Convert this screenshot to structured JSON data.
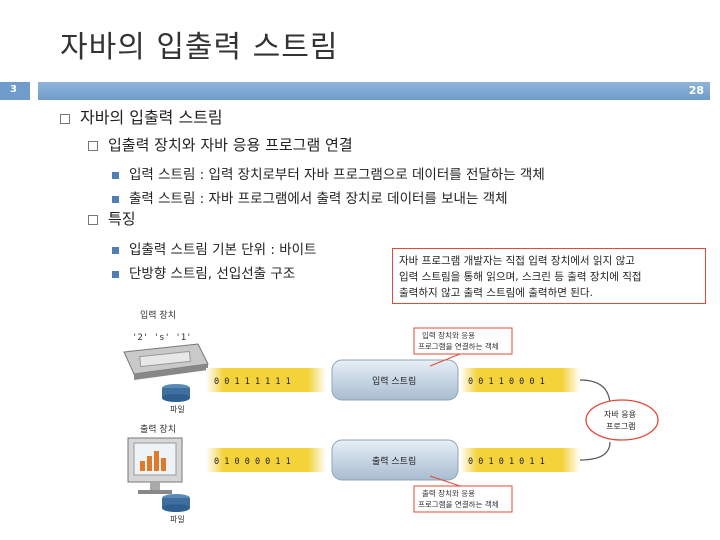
{
  "slide": {
    "title": "자바의 입출력 스트림",
    "page_left": "3",
    "page_right": "28"
  },
  "content": {
    "l1": "자바의 입출력 스트림",
    "l2a": "입출력 장치와 자바 응용 프로그램 연결",
    "l3a": "입력 스트림 : 입력 장치로부터 자바 프로그램으로 데이터를 전달하는 객체",
    "l3b": "출력 스트림 : 자바 프로그램에서 출력 장치로 데이터를 보내는 객체",
    "l2b": "특징",
    "l3c": "입출력 스트림 기본 단위 : 바이트",
    "l3d": "단방향 스트림, 선입선출 구조"
  },
  "callout": {
    "line1": "자바 프로그램 개발자는 직접 입력 장치에서 읽지 않고",
    "line2": "입력 스트림을 통해 읽으며, 스크린 등 출력 장치에 직접",
    "line3": "출력하지 않고 출력 스트림에 출력하면 된다."
  },
  "diagram": {
    "input_device_label": "입력 장치",
    "input_chars": "'2' 's' '1'",
    "input_file_label": "파일",
    "input_bits_left": "0 0 1 1 1 1 1 1",
    "input_stream_label": "입력 스트림",
    "input_bits_right": "0 0 1 1 0 0 0 1",
    "input_connector_note_1": "입력 장치와 응용",
    "input_connector_note_2": "프로그램을 연결하는 객체",
    "app_label_1": "자바 응용",
    "app_label_2": "프로그램",
    "output_device_label": "출력 장치",
    "output_file_label": "파일",
    "output_bits_left": "0 1 0 0 0 0 1 1",
    "output_stream_label": "출력 스트림",
    "output_bits_right": "0 0 1 0 1 0 1 1",
    "output_connector_note_1": "출력 장치와 응용",
    "output_connector_note_2": "프로그램을 연결하는 객체"
  },
  "colors": {
    "accent_bar": "#6f9ccb",
    "bullet": "#4e7fb5",
    "callout_border": "#e24a3a",
    "bit_band": "#f3d23a",
    "stream_pipe": "#c7d6e4"
  }
}
